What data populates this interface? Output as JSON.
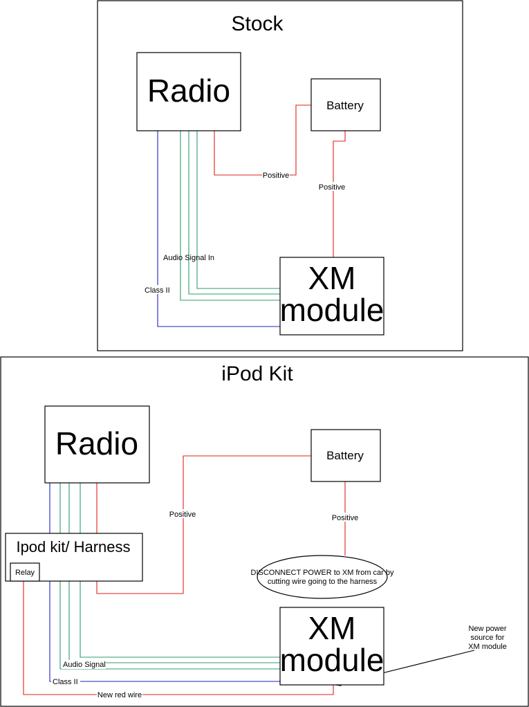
{
  "colors": {
    "power_wire": "#e0201b",
    "audio_wire": "#2f9b6b",
    "class2_wire": "#2020c0",
    "outline": "#000000",
    "background": "#ffffff"
  },
  "stock": {
    "title": "Stock",
    "radio": "Radio",
    "battery": "Battery",
    "xm_line1": "XM",
    "xm_line2": "module",
    "labels": {
      "positive_radio": "Positive",
      "positive_xm": "Positive",
      "audio": "Audio Signal In",
      "class2": "Class II"
    }
  },
  "ipod": {
    "title": "iPod Kit",
    "radio": "Radio",
    "battery": "Battery",
    "harness": "Ipod kit/ Harness",
    "relay": "Relay",
    "xm_line1": "XM",
    "xm_line2": "module",
    "disconnect_line1": "DISCONNECT POWER to XM from car by",
    "disconnect_line2": "cutting wire going to the harness",
    "new_power_line1": "New power",
    "new_power_line2": "source for",
    "new_power_line3": "XM module",
    "labels": {
      "positive_harness": "Positive",
      "positive_battery": "Positive",
      "audio": "Audio Signal",
      "class2": "Class II",
      "new_red_wire": "New red wire"
    }
  }
}
